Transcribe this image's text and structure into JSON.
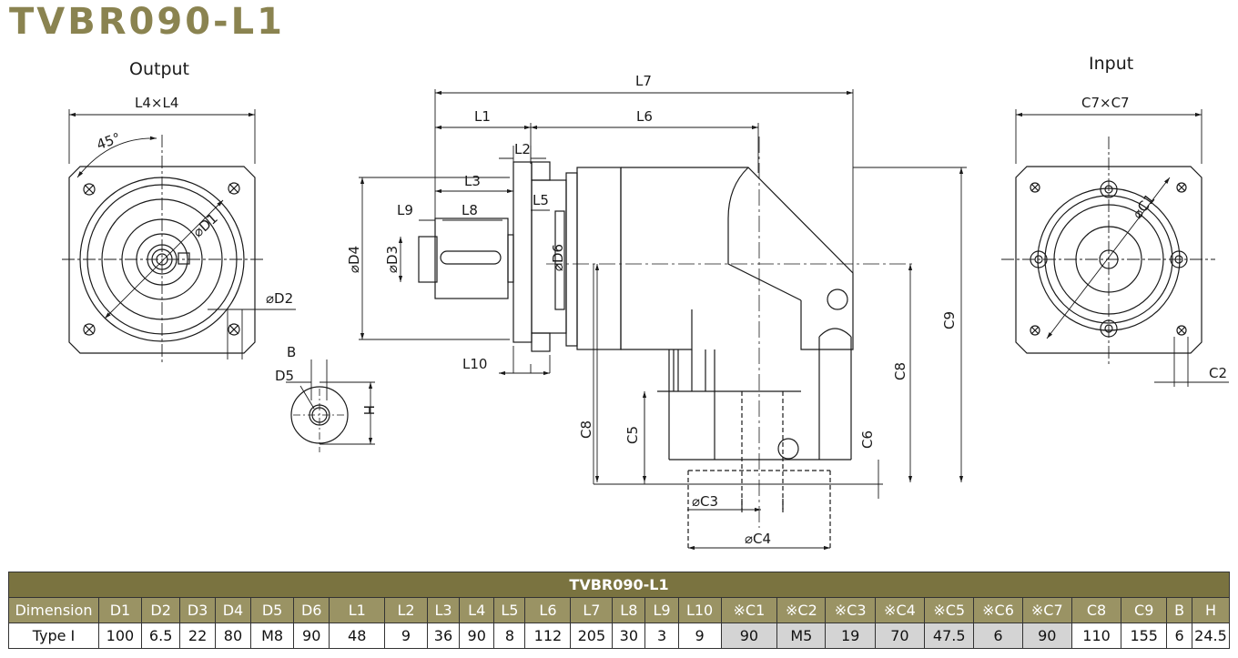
{
  "title": "TVBR090-L1",
  "views": {
    "output": "Output",
    "input": "Input"
  },
  "labels": {
    "L4xL4": "L4×L4",
    "angle": "45°",
    "D1": "⌀D1",
    "D2": "⌀D2",
    "B": "B",
    "D5": "D5",
    "H": "H",
    "L7": "L7",
    "L1": "L1",
    "L6": "L6",
    "L2": "L2",
    "L3": "L3",
    "L5": "L5",
    "L9": "L9",
    "L8": "L8",
    "L10": "L10",
    "D4": "⌀D4",
    "D3": "⌀D3",
    "D6": "⌀D6",
    "C9": "C9",
    "C8a": "C8",
    "C8b": "C8",
    "C5": "C5",
    "C6": "C6",
    "C3": "⌀C3",
    "C4": "⌀C4",
    "C7xC7": "C7×C7",
    "C1": "⌀C1",
    "C2": "C2"
  },
  "table": {
    "title": "TVBR090-L1",
    "headers": [
      "Dimension",
      "D1",
      "D2",
      "D3",
      "D4",
      "D5",
      "D6",
      "L1",
      "L2",
      "L3",
      "L4",
      "L5",
      "L6",
      "L7",
      "L8",
      "L9",
      "L10",
      "※C1",
      "※C2",
      "※C3",
      "※C4",
      "※C5",
      "※C6",
      "※C7",
      "C8",
      "C9",
      "B",
      "H"
    ],
    "rows": [
      [
        "Type I",
        "100",
        "6.5",
        "22",
        "80",
        "M8",
        "90",
        "48",
        "9",
        "36",
        "90",
        "8",
        "112",
        "205",
        "30",
        "3",
        "9",
        "90",
        "M5",
        "19",
        "70",
        "47.5",
        "6",
        "90",
        "110",
        "155",
        "6",
        "24.5"
      ]
    ],
    "highlight_columns": [
      "※C1",
      "※C2",
      "※C3",
      "※C4",
      "※C5",
      "※C6",
      "※C7"
    ]
  }
}
